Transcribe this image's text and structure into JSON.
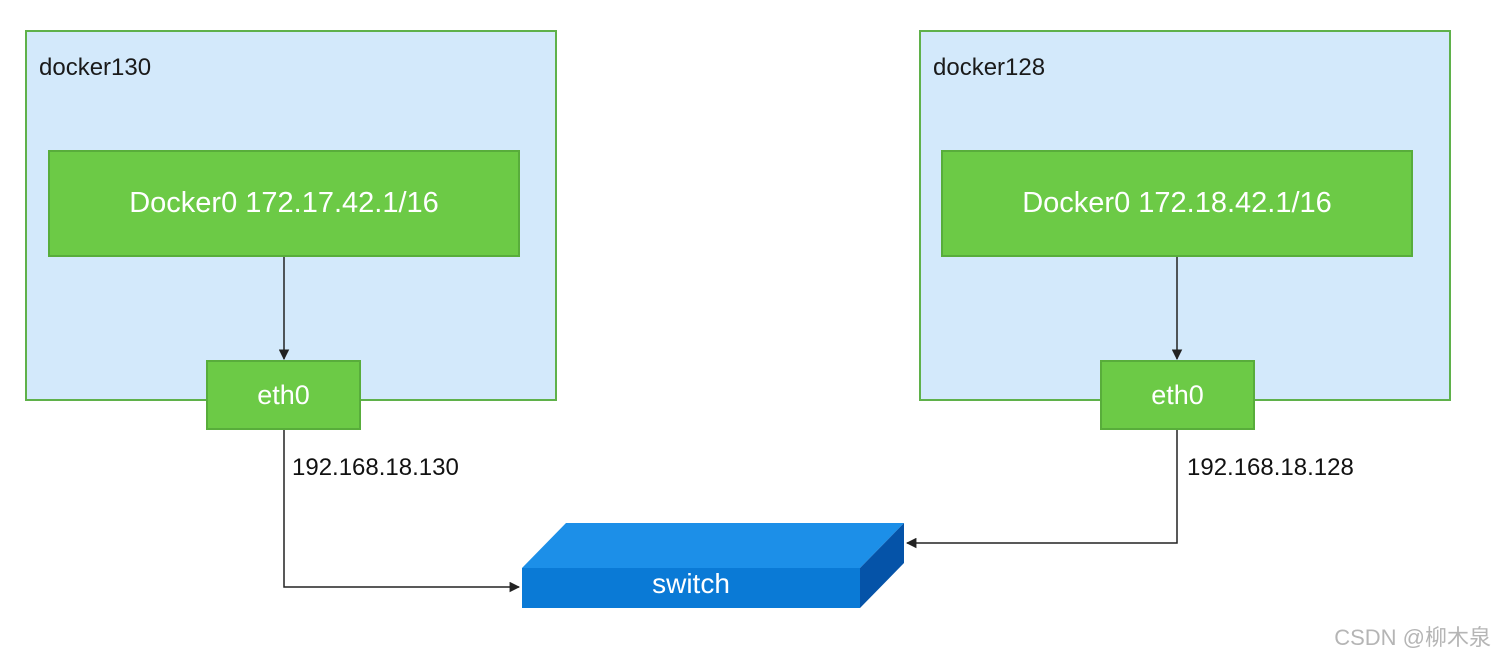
{
  "hosts": [
    {
      "name": "docker130",
      "bridge": "Docker0 172.17.42.1/16",
      "nic": "eth0",
      "ip": "192.168.18.130"
    },
    {
      "name": "docker128",
      "bridge": "Docker0 172.18.42.1/16",
      "nic": "eth0",
      "ip": "192.168.18.128"
    }
  ],
  "switch": {
    "label": "switch"
  },
  "watermark": "CSDN @柳木泉",
  "colors": {
    "host_fill": "#d3e9fb",
    "host_border": "#5fb14a",
    "node_fill": "#6cca46",
    "switch_top": "#1c8fe8",
    "switch_front": "#0a7ad6",
    "switch_side": "#0553a8"
  }
}
